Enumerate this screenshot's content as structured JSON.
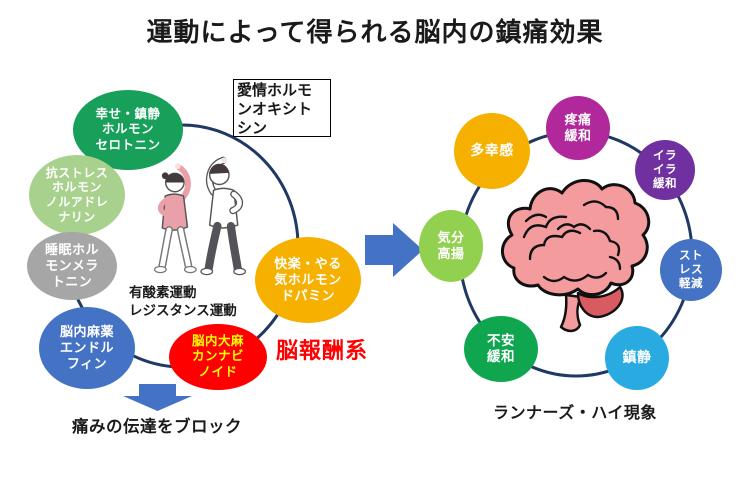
{
  "title": "運動によって得られる脳内の鎮痛効果",
  "colors": {
    "ring": "#1F3864",
    "arrow": "#4472C4",
    "reward_text": "#FF0000",
    "brain_fill": "#F49B9E",
    "brain_accent": "#D95B62",
    "title_text": "#1A1A1A"
  },
  "icons": {
    "brain": "brain-icon",
    "people": "exercising-people-icon",
    "arrow_right": "right-arrow-icon",
    "arrow_down": "down-arrow-icon"
  },
  "left": {
    "bubbles": [
      {
        "id": "serotonin",
        "lines": [
          "幸せ・鎮静",
          "ホルモン",
          "セロトニン"
        ],
        "color": "#18A05B",
        "text_color": "#FFFFFF"
      },
      {
        "id": "noradrenaline",
        "lines": [
          "抗ストレス",
          "ホルモン",
          "ノルアドレ",
          "ナリン"
        ],
        "color": "#A9D18E",
        "text_color": "#FFFFFF"
      },
      {
        "id": "melatonin",
        "lines": [
          "睡眠ホル",
          "モンメラ",
          "トニン"
        ],
        "color": "#A6A6A6",
        "text_color": "#FFFFFF"
      },
      {
        "id": "endorphin",
        "lines": [
          "脳内麻薬",
          "エンドル",
          "フィン"
        ],
        "color": "#4472C4",
        "text_color": "#FFFFFF"
      },
      {
        "id": "cannabinoid",
        "lines": [
          "脳内大麻",
          "カンナビ",
          "ノイド"
        ],
        "color": "#FE0000",
        "text_color": "#FFFF00"
      },
      {
        "id": "dopamine",
        "lines": [
          "快楽・やる",
          "気ホルモン",
          "ドパミン"
        ],
        "color": "#F5B000",
        "text_color": "#FFFFFF"
      }
    ],
    "oxytocin_box": {
      "lines": [
        "愛情ホルモ",
        "ンオキシト",
        "シン"
      ]
    },
    "center_label": {
      "lines": [
        "有酸素運動",
        "レジスタンス運動"
      ]
    },
    "reward_system_label": "脳報酬系",
    "bottom_caption": "痛みの伝達をブロック"
  },
  "right": {
    "bubbles": [
      {
        "id": "pain-relief",
        "lines": [
          "疼痛",
          "緩和"
        ],
        "color": "#B0289B",
        "text_color": "#FFFFFF"
      },
      {
        "id": "irritation-relief",
        "lines": [
          "イラ",
          "イラ",
          "緩和"
        ],
        "color": "#7030A0",
        "text_color": "#FFFFFF"
      },
      {
        "id": "stress-reduction",
        "lines": [
          "スト",
          "レス",
          "軽減"
        ],
        "color": "#4472C4",
        "text_color": "#FFFFFF"
      },
      {
        "id": "sedation",
        "lines": [
          "鎮静"
        ],
        "color": "#29ABE2",
        "text_color": "#FFFFFF"
      },
      {
        "id": "anxiety-relief",
        "lines": [
          "不安",
          "緩和"
        ],
        "color": "#10A650",
        "text_color": "#FFFFFF"
      },
      {
        "id": "mood-elevation",
        "lines": [
          "気分",
          "高揚"
        ],
        "color": "#92D050",
        "text_color": "#FFFFFF"
      },
      {
        "id": "euphoria",
        "lines": [
          "多幸感"
        ],
        "color": "#F5B000",
        "text_color": "#FFFFFF"
      }
    ],
    "caption": "ランナーズ・ハイ現象"
  }
}
